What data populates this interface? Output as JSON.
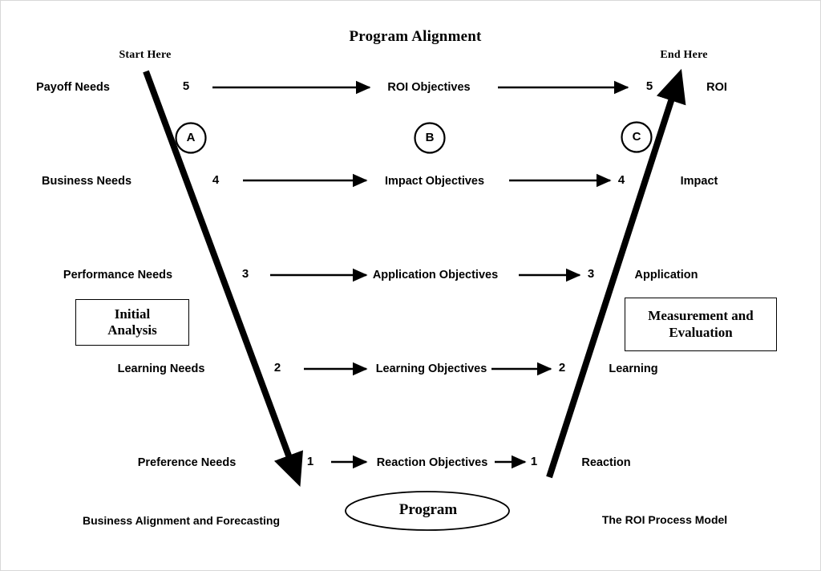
{
  "diagram": {
    "title": "Program Alignment",
    "start_label": "Start Here",
    "end_label": "End Here",
    "program_label": "Program",
    "left_box": {
      "line1": "Initial",
      "line2": "Analysis"
    },
    "right_box": {
      "line1": "Measurement and",
      "line2": "Evaluation"
    },
    "footer_left": "Business Alignment and Forecasting",
    "footer_right": "The ROI Process Model",
    "stages": [
      {
        "letter": "A"
      },
      {
        "letter": "B"
      },
      {
        "letter": "C"
      }
    ],
    "rows": [
      {
        "level": "5",
        "need": "Payoff Needs",
        "objective": "ROI Objectives",
        "result": "ROI",
        "left_number": "5",
        "right_number": "5"
      },
      {
        "level": "4",
        "need": "Business Needs",
        "objective": "Impact Objectives",
        "result": "Impact",
        "left_number": "4",
        "right_number": "4"
      },
      {
        "level": "3",
        "need": "Performance Needs",
        "objective": "Application Objectives",
        "result": "Application",
        "left_number": "3",
        "right_number": "3"
      },
      {
        "level": "2",
        "need": "Learning Needs",
        "objective": "Learning Objectives",
        "result": "Learning",
        "left_number": "2",
        "right_number": "2"
      },
      {
        "level": "1",
        "need": "Preference Needs",
        "objective": "Reaction Objectives",
        "result": "Reaction",
        "left_number": "1",
        "right_number": "1"
      }
    ],
    "colors": {
      "ink": "#000000",
      "background": "#ffffff"
    }
  }
}
